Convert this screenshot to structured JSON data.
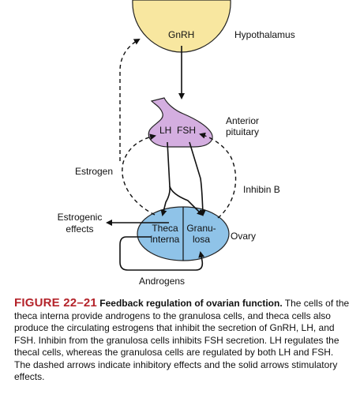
{
  "diagram": {
    "hypothalamus_label": "Hypothalamus",
    "gnrh_label": "GnRH",
    "anterior_pituitary_label_line1": "Anterior",
    "anterior_pituitary_label_line2": "pituitary",
    "lh_label": "LH",
    "fsh_label": "FSH",
    "estrogen_label": "Estrogen",
    "inhibin_label": "Inhibin B",
    "estrogenic_effects_line1": "Estrogenic",
    "estrogenic_effects_line2": "effects",
    "theca_line1": "Theca",
    "theca_line2": "interna",
    "granulosa_line1": "Granu-",
    "granulosa_line2": "losa",
    "ovary_label": "Ovary",
    "androgens_label": "Androgens",
    "colors": {
      "hypothalamus_fill": "#f8e7a0",
      "pituitary_fill": "#d4aee0",
      "ovary_fill": "#8fc3e8",
      "figure_label": "#b4232a"
    }
  },
  "caption": {
    "figure_number": "FIGURE 22–21",
    "title": "Feedback regulation of ovarian function.",
    "text": "The cells of the theca interna provide androgens to the granulosa cells, and theca cells also produce the circulating estrogens that inhibit the secretion of GnRH, LH, and FSH. Inhibin from the granulosa cells inhibits FSH secretion. LH regulates the thecal cells, whereas the granulosa cells are regulated by both LH and FSH. The dashed arrows indicate inhibitory effects and the solid arrows stimulatory effects."
  }
}
